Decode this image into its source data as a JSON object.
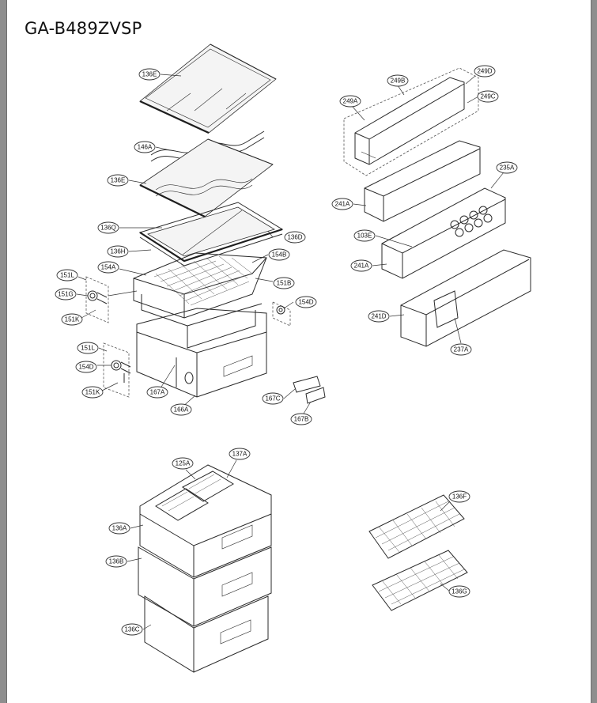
{
  "title": "GA-B489ZVSP",
  "callouts": [
    "136E",
    "146A",
    "136E",
    "136Q",
    "136D",
    "136H",
    "154A",
    "154B",
    "151B",
    "154D",
    "151L",
    "151G",
    "151K",
    "151L",
    "154D",
    "151K",
    "167A",
    "166A",
    "167C",
    "167B",
    "249B",
    "249D",
    "249A",
    "249C",
    "235A",
    "241A",
    "103E",
    "241A",
    "241D",
    "237A",
    "125A",
    "137A",
    "136A",
    "136B",
    "136C",
    "136F",
    "136G"
  ]
}
